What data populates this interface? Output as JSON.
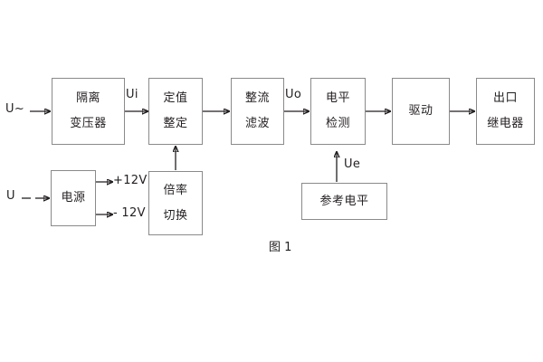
{
  "figure": {
    "caption": "图 1",
    "background_color": "#ffffff",
    "box_border_color": "#8a8a8a",
    "line_color": "#231f20"
  },
  "blocks": [
    {
      "id": "isolation-transformer",
      "lines": [
        "隔离",
        "变压器"
      ]
    },
    {
      "id": "setting-value",
      "lines": [
        "定值",
        "整定"
      ]
    },
    {
      "id": "rectify-filter",
      "lines": [
        "整流",
        "滤波"
      ]
    },
    {
      "id": "level-detection",
      "lines": [
        "电平",
        "检测"
      ]
    },
    {
      "id": "drive",
      "lines": [
        "驱动"
      ]
    },
    {
      "id": "output-relay",
      "lines": [
        "出口",
        "继电器"
      ]
    },
    {
      "id": "power-supply",
      "lines": [
        "电源"
      ]
    },
    {
      "id": "multiplier-switch",
      "lines": [
        "倍率",
        "切换"
      ]
    },
    {
      "id": "reference-level",
      "lines": [
        "参考电平"
      ]
    }
  ],
  "signal_labels": {
    "ac_input": "U~",
    "dc_input": "U",
    "ui": "Ui",
    "uo": "Uo",
    "ue": "Ue",
    "positive_rail": "+12V",
    "negative_rail": "- 12V"
  }
}
